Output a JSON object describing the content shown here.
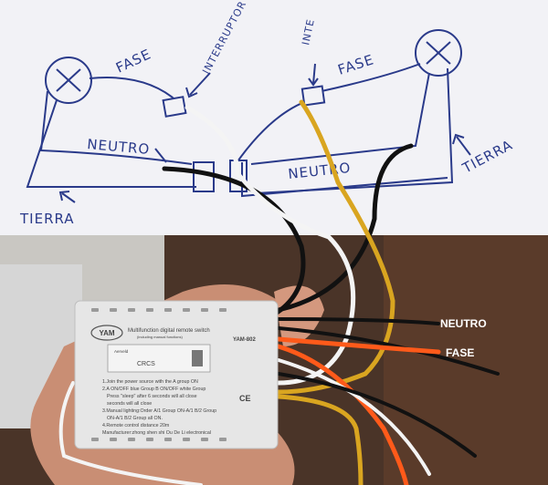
{
  "sketch": {
    "label_fase_left": "FASE",
    "label_interruptor_left": "INTERRUPTOR",
    "label_interruptor_right": "INTE",
    "label_fase_right": "FASE",
    "label_neutro_left": "NEUTRO",
    "label_neutro_right": "NEUTRO",
    "label_tierra_left": "TIERRA",
    "label_tierra_right": "TIERRA"
  },
  "device": {
    "brand": "YAM",
    "title": "Multifunction digital remote switch",
    "model": "YAM-802",
    "subtitle": "(including manual functions)",
    "label_small": "Aerveld",
    "chip_label": "CRCS",
    "ce_mark": "CE",
    "instructions": [
      "1.Join the power source with the A group ON",
      "2.A ON/OFF blue Group B ON/OFF white Group",
      "Press \"sleep\" after 6 seconds will all close",
      "seconds will all close",
      "3.Manual lighting:Order A/1 Group ON-A/1 B/2 Group",
      "ON-A/1 B/2 Group all ON.",
      "4.Remote control distance 20m",
      "Manufacturer:zhong shen shi Ou De Li electronical"
    ]
  },
  "annotations": {
    "neutro": "NEUTRO",
    "fase": "FASE"
  },
  "colors": {
    "paper": "#f2f2f6",
    "ink": "#2a3a8a",
    "wire_black": "#111111",
    "wire_white": "#f4f4f4",
    "wire_yellow": "#d9a520",
    "wire_orange": "#ff5a1a",
    "device": "#e6e6e6"
  }
}
